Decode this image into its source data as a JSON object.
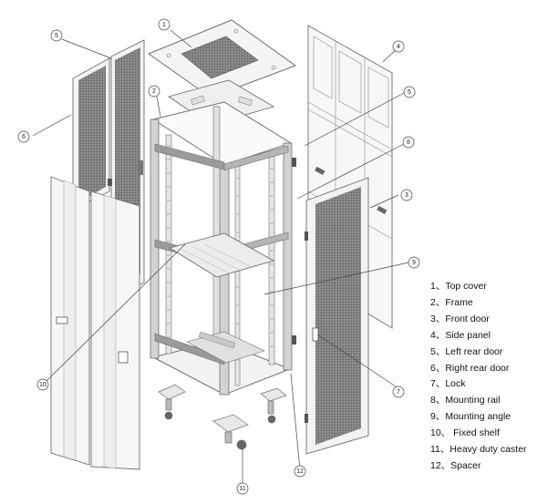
{
  "legend": [
    "1、Top cover",
    "2、Frame",
    "3、Front door",
    "4、Side panel",
    "5、Left rear door",
    "6、Right rear door",
    "7、Lock",
    "8、Mounting rail",
    "9、Mounting angle",
    "10、 Fixed shelf",
    "11、Heavy duty caster",
    "12、Spacer"
  ],
  "callouts": [
    "1",
    "2",
    "3",
    "4",
    "5",
    "6",
    "7",
    "8",
    "9",
    "10",
    "11",
    "12"
  ],
  "colors": {
    "line": "#6f6f6f",
    "panel_fill": "#f4f4f4",
    "perforation": "#7a7a7a",
    "frame_fill": "#d2d2d2",
    "dark": "#4a4a4a"
  }
}
